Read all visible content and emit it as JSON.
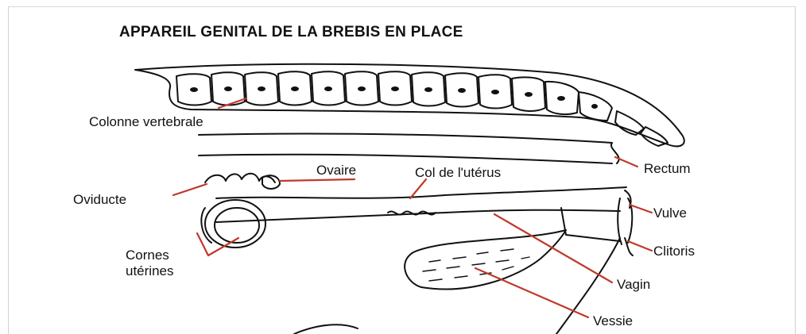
{
  "title": "APPAREIL GENITAL DE LA BREBIS EN PLACE",
  "labels": {
    "colonne": "Colonne vertebrale",
    "ovaire": "Ovaire",
    "col": "Col de l'utérus",
    "rectum": "Rectum",
    "oviducte": "Oviducte",
    "vulve": "Vulve",
    "clitoris": "Clitoris",
    "cornes_line1": "Cornes",
    "cornes_line2": "utérines",
    "vagin": "Vagin",
    "vessie": "Vessie"
  },
  "colors": {
    "ink": "#111111",
    "leader": "#c0392b"
  }
}
